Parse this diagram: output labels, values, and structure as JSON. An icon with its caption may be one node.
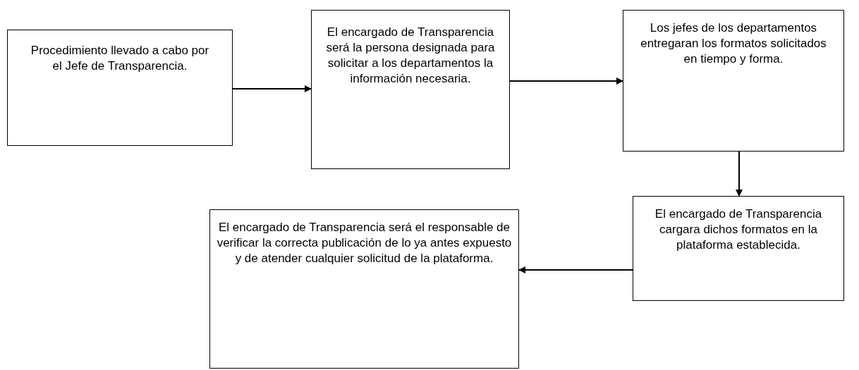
{
  "diagram": {
    "nodes": [
      {
        "text": [
          "Procedimiento llevado a cabo por el Jefe de Transparencia."
        ]
      },
      {
        "text": [
          "El encargado de Transparencia será la persona designada para solicitar a los departamentos la información necesaria."
        ]
      },
      {
        "text": [
          "Los jefes de los departamentos entregaran los formatos solicitados en tiempo y forma."
        ]
      },
      {
        "text": [
          "El encargado de Transparencia cargara dichos formatos en la plataforma establecida."
        ]
      },
      {
        "text": [
          "El encargado de Transparencia será el responsable de verificar la correcta publicación de lo ya antes expuesto y de atender cualquier solicitud de la plataforma."
        ]
      }
    ],
    "edges": [
      {
        "from": 0,
        "to": 1,
        "arrow": "to"
      },
      {
        "from": 1,
        "to": 2,
        "arrow": "to"
      },
      {
        "from": 2,
        "to": 3,
        "arrow": "to"
      },
      {
        "from": 3,
        "to": 4,
        "arrow": "to"
      }
    ]
  }
}
